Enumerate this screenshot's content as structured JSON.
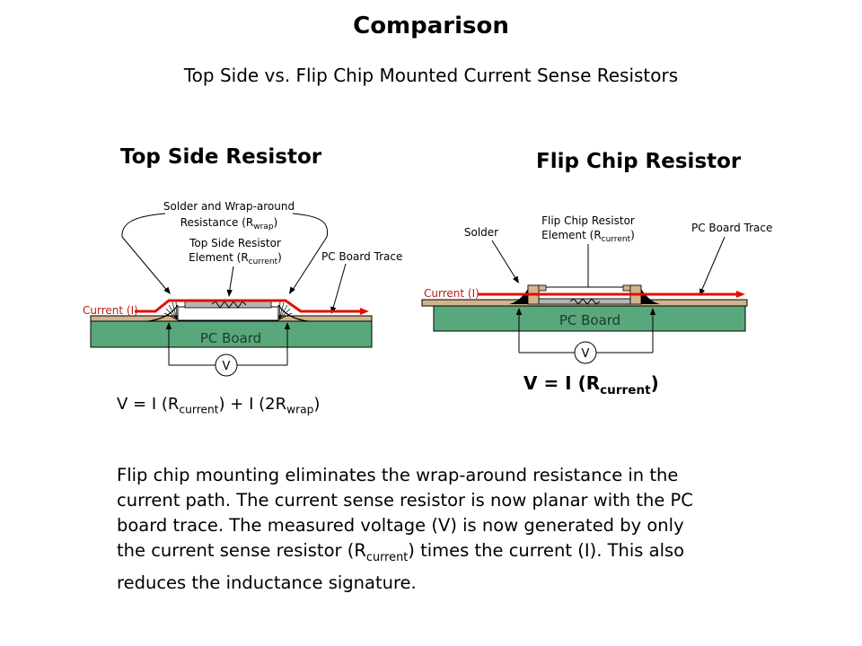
{
  "slide": {
    "title": "Comparison",
    "subtitle": "Top Side vs. Flip Chip Mounted Current Sense Resistors"
  },
  "left": {
    "heading": "Top Side Resistor",
    "callout_wrap_line1": "Solder and Wrap-around",
    "callout_wrap_pre": "Resistance (R",
    "callout_wrap_sub": "wrap",
    "callout_wrap_post": ")",
    "callout_element_line1": "Top Side Resistor",
    "callout_element_pre": "Element (R",
    "callout_element_sub": "current",
    "callout_element_post": ")",
    "callout_trace": "PC Board Trace",
    "current_label": "Current (I)",
    "board_label": "PC Board",
    "meter_label": "V",
    "formula_p1": "V = I (R",
    "formula_s1": "current",
    "formula_p2": ") + I (2R",
    "formula_s2": "wrap",
    "formula_p3": ")"
  },
  "right": {
    "heading": "Flip Chip Resistor",
    "callout_solder": "Solder",
    "callout_element_line1": "Flip Chip Resistor",
    "callout_element_pre": "Element (R",
    "callout_element_sub": "current",
    "callout_element_post": ")",
    "callout_trace": "PC Board Trace",
    "current_label": "Current (I)",
    "board_label": "PC Board",
    "meter_label": "V",
    "formula_p1": "V = I (R",
    "formula_s1": "current",
    "formula_p2": ")"
  },
  "paragraph": {
    "line1": "Flip chip mounting eliminates the wrap-around resistance in the",
    "line2": "current path. The current sense resistor is now planar with the PC",
    "line3": "board trace. The measured voltage (V) is now generated by only",
    "line4_pre": "the current sense resistor (R",
    "line4_sub": "current",
    "line4_post": ") times the current (I).  This also",
    "line5": "reduces the inductance signature."
  },
  "colors": {
    "board_green": "#58a87c",
    "trace_tan": "#d2b48c",
    "resistor_gray": "#b4b4b4",
    "current_red": "#e01000",
    "current_text_red": "#b22020"
  }
}
